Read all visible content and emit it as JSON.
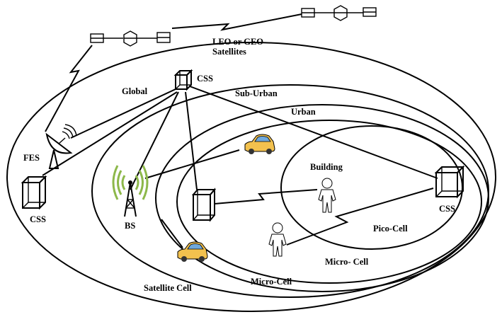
{
  "labels": {
    "satellites_line1": "LEO or GEO",
    "satellites_line2": "Satellites",
    "global": "Global",
    "css_top": "CSS",
    "sub_urban": "Sub-Urban",
    "urban": "Urban",
    "fes": "FES",
    "css_left": "CSS",
    "building": "Building",
    "css_right": "CSS",
    "bs": "BS",
    "pico_cell": "Pico-Cell",
    "micro_cell_inner": "Micro- Cell",
    "micro_cell_outer": "Micro-Cell",
    "satellite_cell": "Satellite Cell"
  },
  "colors": {
    "car_body": "#F2C14E",
    "car_window": "#6FA8DC",
    "antenna_waves": "#8DB84A",
    "stroke": "#000000"
  }
}
